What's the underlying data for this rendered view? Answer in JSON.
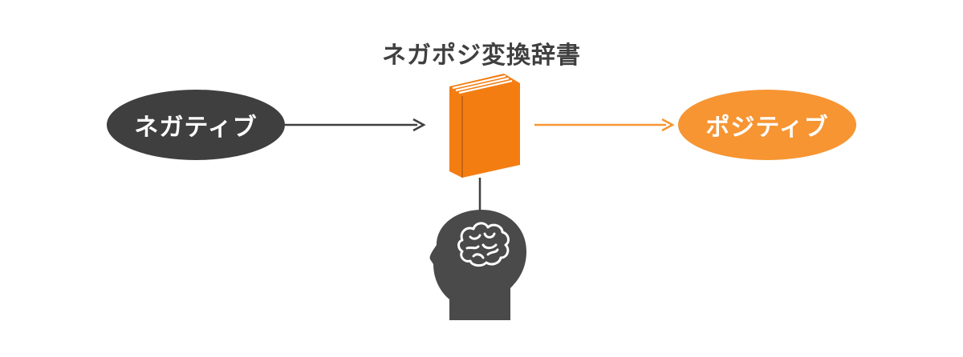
{
  "title": "ネガポジ変換辞書",
  "nodes": {
    "negative": {
      "label": "ネガティブ",
      "color": "#3f3f3f"
    },
    "positive": {
      "label": "ポジティブ",
      "color": "#f79532"
    }
  },
  "book": {
    "color": "#f47d12",
    "page_color": "#ffffff"
  },
  "connectors": {
    "left_arrow_color": "#3f3f3f",
    "right_arrow_color": "#f79532",
    "stem_color": "#3f3f3f"
  },
  "head": {
    "icon": "brain-head-icon",
    "color": "#4a4a4a"
  }
}
